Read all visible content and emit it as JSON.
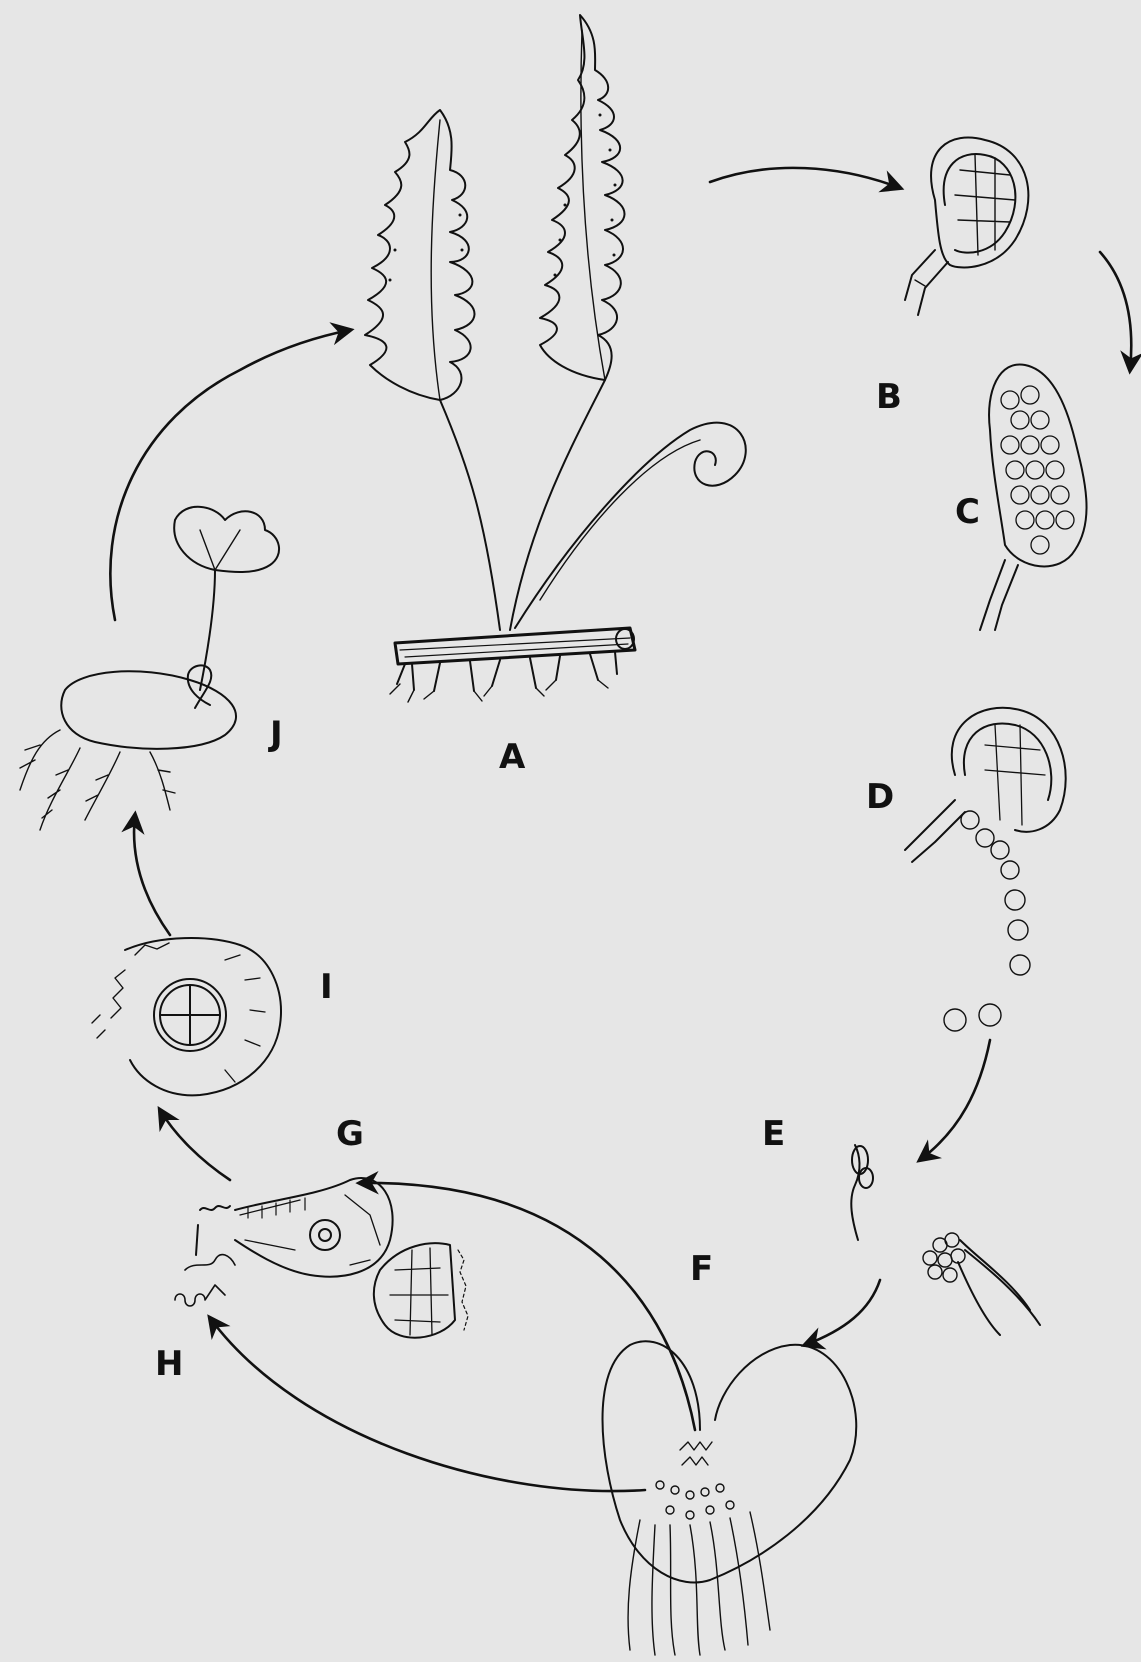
{
  "diagram": {
    "labels": {
      "A": "A",
      "B": "B",
      "C": "C",
      "D": "D",
      "E": "E",
      "F": "F",
      "G": "G",
      "H": "H",
      "I": "I",
      "J": "J"
    },
    "colors": {
      "background": "#e6e6e6",
      "ink": "#111111"
    }
  }
}
